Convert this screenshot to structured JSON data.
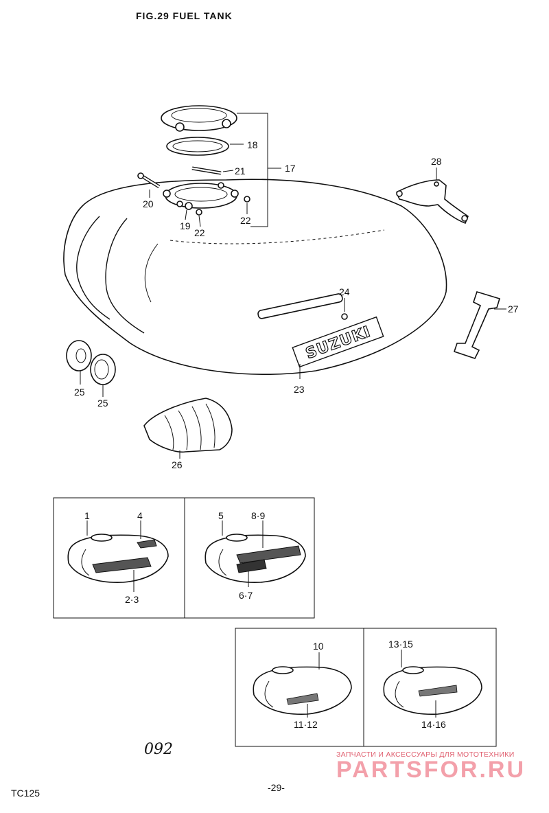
{
  "header": {
    "title": "FIG.29  FUEL TANK"
  },
  "callouts": {
    "c17": "17",
    "c18": "18",
    "c19": "19",
    "c20": "20",
    "c21": "21",
    "c22a": "22",
    "c22b": "22",
    "c23": "23",
    "c24": "24",
    "c25a": "25",
    "c25b": "25",
    "c26": "26",
    "c27": "27",
    "c28": "28"
  },
  "tank_emblem": "SUZUKI",
  "variants": {
    "box1": {
      "p1": "1",
      "p4": "4",
      "p23": "2·3"
    },
    "box2": {
      "p5": "5",
      "p89": "8·9",
      "p67": "6·7"
    },
    "box3": {
      "p10": "10",
      "p1112": "11·12"
    },
    "box4": {
      "p1315": "13·15",
      "p1416": "14·16"
    }
  },
  "handwritten_note": "092",
  "watermark": {
    "tagline": "ЗАПЧАСТИ И АКСЕССУАРЫ ДЛЯ МОТОТЕХНИКИ",
    "brand": "PARTSFOR.RU"
  },
  "footer": {
    "model": "TC125",
    "page": "-29-"
  }
}
